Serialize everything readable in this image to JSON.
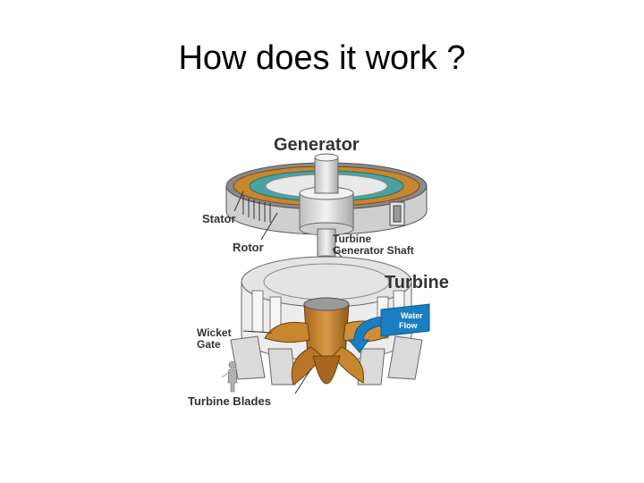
{
  "slide": {
    "title": "How does it work ?"
  },
  "diagram": {
    "labels": {
      "generator": "Generator",
      "stator": "Stator",
      "rotor": "Rotor",
      "shaft_line1": "Turbine",
      "shaft_line2": "Generator Shaft",
      "turbine": "Turbine",
      "water_line1": "Water",
      "water_line2": "Flow",
      "wicket_line1": "Wicket",
      "wicket_line2": "Gate",
      "blades": "Turbine Blades"
    },
    "colors": {
      "metal": "#d9d9d9",
      "metal_dark": "#9a9a9a",
      "copper": "#c8862e",
      "copper_dark": "#8f5a18",
      "teal": "#4aa3a3",
      "water_blue": "#1a7fc1",
      "label": "#333333"
    }
  }
}
